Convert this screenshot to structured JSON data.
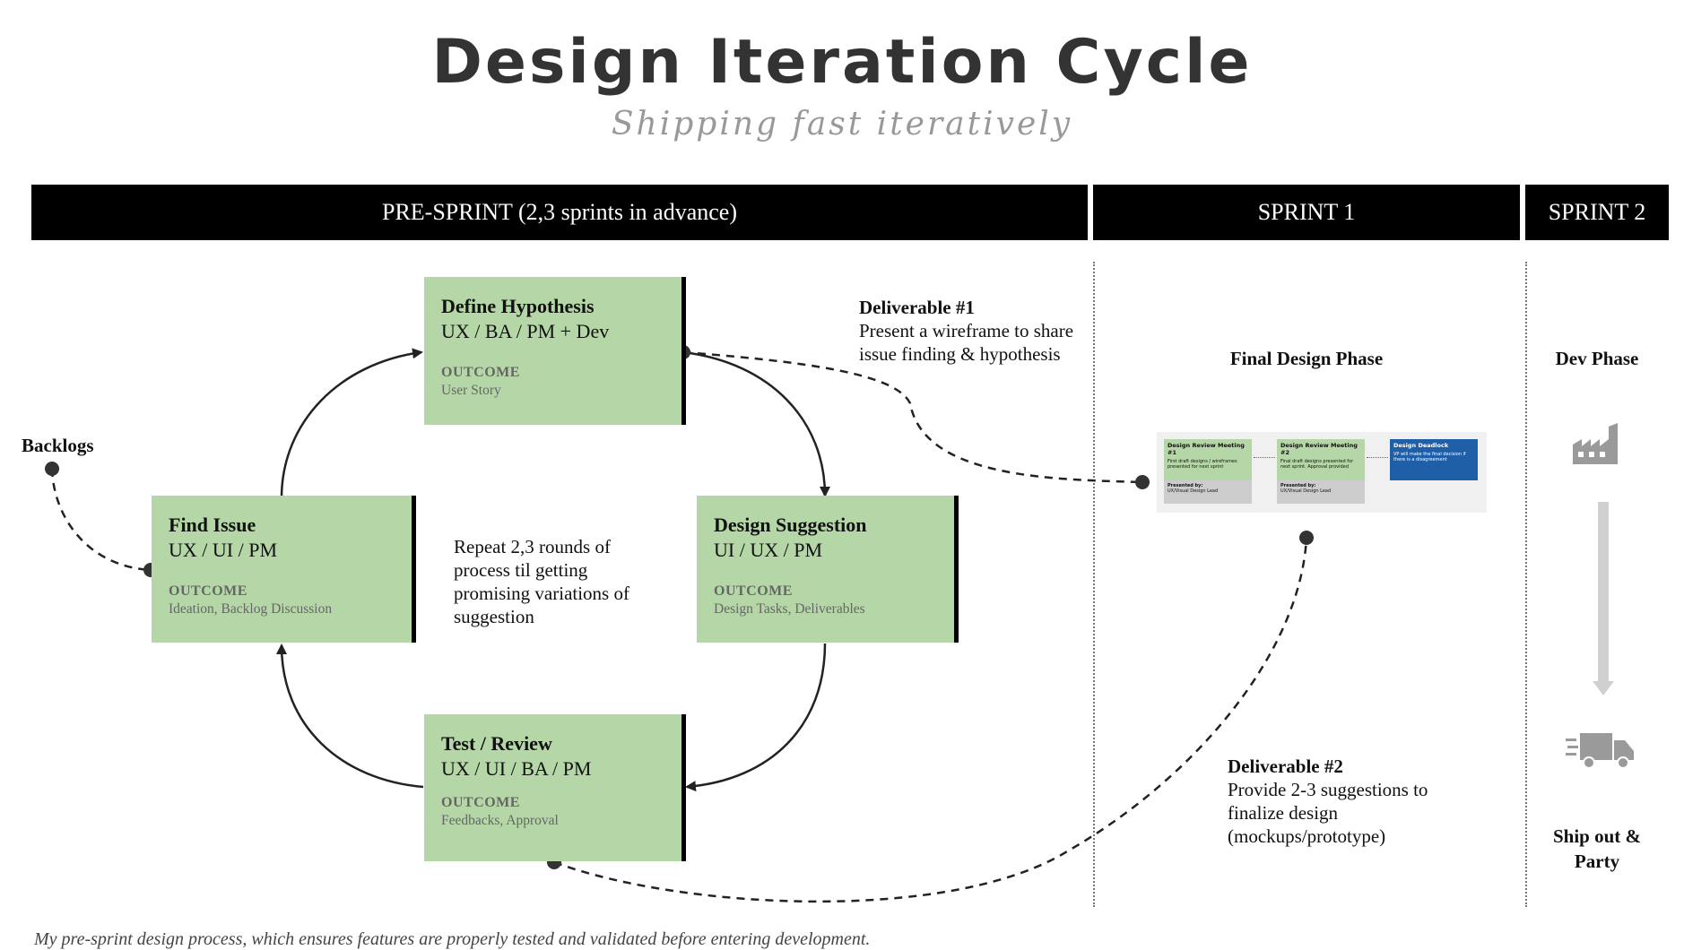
{
  "header": {
    "title": "Design Iteration Cycle",
    "subtitle": "Shipping fast iteratively"
  },
  "phases": [
    {
      "label": "PRE-SPRINT (2,3 sprints in advance)"
    },
    {
      "label": "SPRINT 1"
    },
    {
      "label": "SPRINT 2"
    }
  ],
  "cycle": {
    "define": {
      "title": "Define Hypothesis",
      "roles": "UX / BA / PM + Dev",
      "outcome_label": "OUTCOME",
      "outcome": "User Story"
    },
    "find": {
      "title": "Find Issue",
      "roles": "UX / UI / PM",
      "outcome_label": "OUTCOME",
      "outcome": "Ideation, Backlog Discussion"
    },
    "suggest": {
      "title": "Design Suggestion",
      "roles": "UI / UX / PM",
      "outcome_label": "OUTCOME",
      "outcome": "Design Tasks,  Deliverables"
    },
    "test": {
      "title": "Test / Review",
      "roles": "UX / UI / BA / PM",
      "outcome_label": "OUTCOME",
      "outcome": "Feedbacks,  Approval"
    },
    "repeat_lines": [
      "Repeat 2,3 rounds of",
      "process til getting",
      "promising variations of",
      "suggestion"
    ]
  },
  "backlogs_label": "Backlogs",
  "deliverable1": {
    "title": "Deliverable #1",
    "lines": [
      "Present a wireframe to share",
      "issue finding & hypothesis"
    ]
  },
  "deliverable2": {
    "title": "Deliverable #2",
    "lines": [
      "Provide 2-3 suggestions to",
      "finalize design",
      "(mockups/prototype)"
    ]
  },
  "sprint1": {
    "phase_label": "Final Design Phase",
    "thumbnail": {
      "cards": [
        {
          "title": "Design Review Meeting #1",
          "body": "First draft designs / wireframes presented for next sprint",
          "presented_label": "Presented by:",
          "presented_by": "UX/Visual Design Lead"
        },
        {
          "title": "Design Review Meeting #2",
          "body": "Final draft designs presented for next sprint. Approval provided",
          "presented_label": "Presented by:",
          "presented_by": "UX/Visual Design Lead"
        },
        {
          "title": "Design Deadlock",
          "body": "VP will make the final decision if there is a disagreement"
        }
      ]
    }
  },
  "sprint2": {
    "phase_label": "Dev Phase",
    "ship_lines": [
      "Ship out &",
      "Party"
    ],
    "icons": [
      "factory-icon",
      "down-arrow-icon",
      "delivery-truck-icon"
    ]
  },
  "caption": "My pre-sprint design process, which ensures features are properly tested and validated before entering development.",
  "colors": {
    "box_green": "#b5d7a7",
    "bar_black": "#000000",
    "deadlock_blue": "#1f5fa8",
    "icon_gray": "#9a9a9a"
  }
}
